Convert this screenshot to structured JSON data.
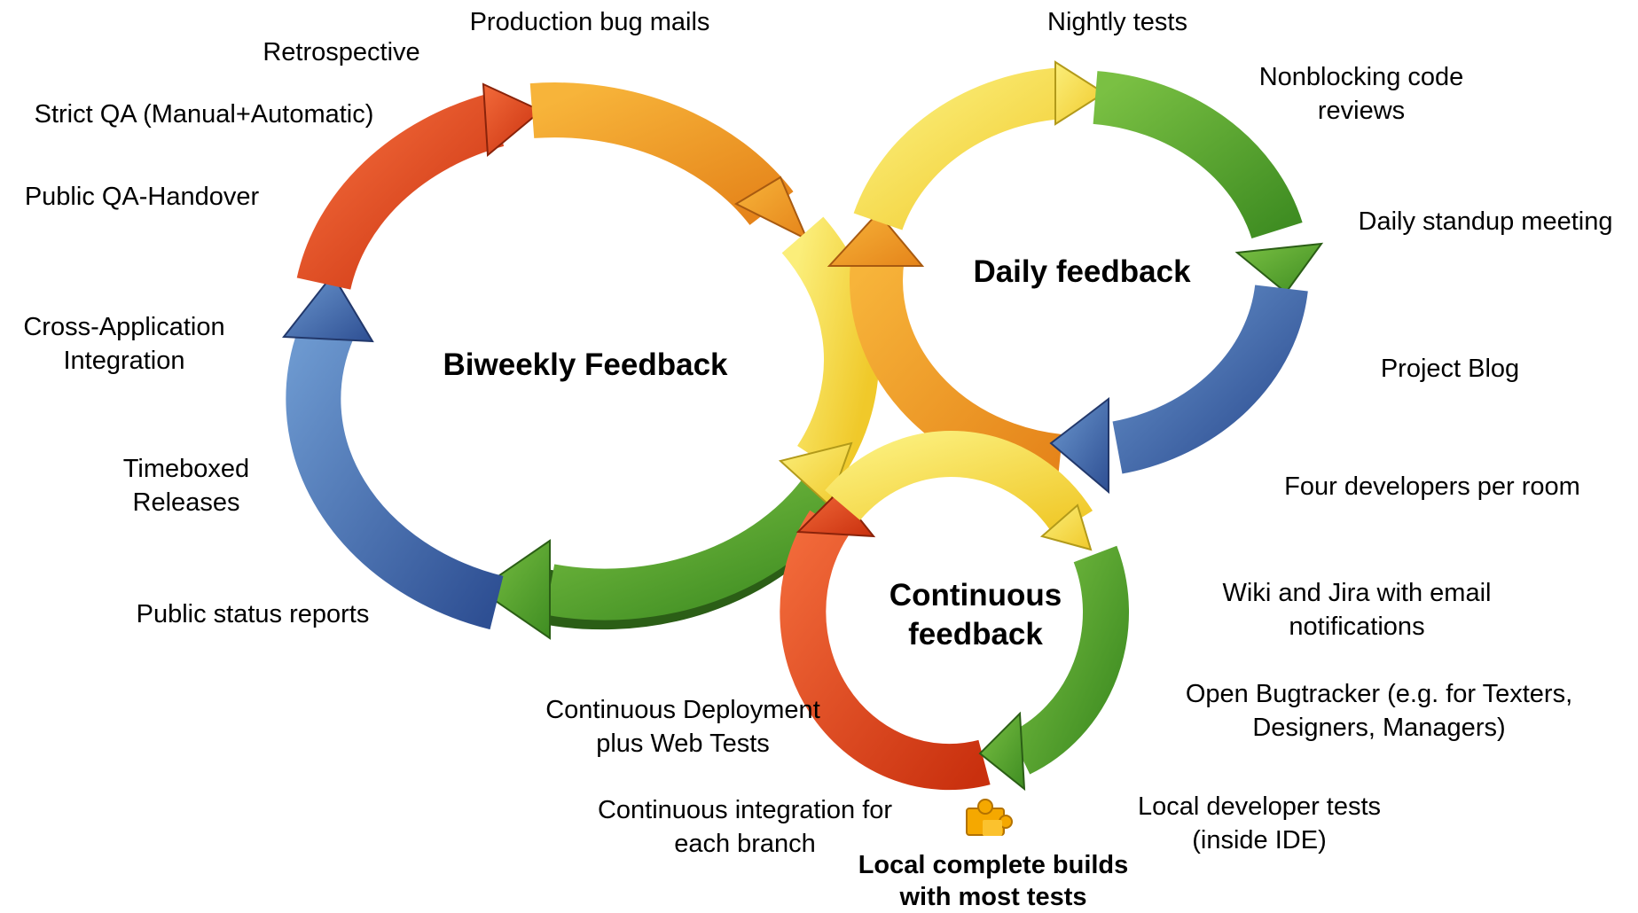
{
  "cycles": {
    "biweekly": {
      "title": "Biweekly Feedback"
    },
    "daily": {
      "title": "Daily feedback"
    },
    "continuous": {
      "title": "Continuous\nfeedback"
    }
  },
  "labels": {
    "production_bug_mails": "Production bug mails",
    "retrospective": "Retrospective",
    "strict_qa": "Strict QA (Manual+Automatic)",
    "public_qa_handover": "Public QA-Handover",
    "cross_app_integration": "Cross-Application\nIntegration",
    "timeboxed_releases": "Timeboxed\nReleases",
    "public_status_reports": "Public status reports",
    "nightly_tests": "Nightly tests",
    "nonblocking_reviews": "Nonblocking code\nreviews",
    "daily_standup": "Daily standup meeting",
    "project_blog": "Project Blog",
    "four_developers": "Four developers per room",
    "wiki_jira": "Wiki and Jira with email\nnotifications",
    "open_bugtracker": "Open Bugtracker (e.g. for Texters,\nDesigners, Managers)",
    "local_dev_tests": "Local developer tests\n(inside IDE)",
    "local_complete_builds": "Local complete builds\nwith most tests",
    "continuous_integration": "Continuous integration for\neach branch",
    "continuous_deployment": "Continuous Deployment\nplus Web Tests"
  },
  "colors": {
    "red": "#e8451c",
    "orange": "#f39a1a",
    "yellow": "#f5dd35",
    "green": "#55a82d",
    "blue": "#3f6eb5",
    "puzzle": "#f5a800"
  }
}
